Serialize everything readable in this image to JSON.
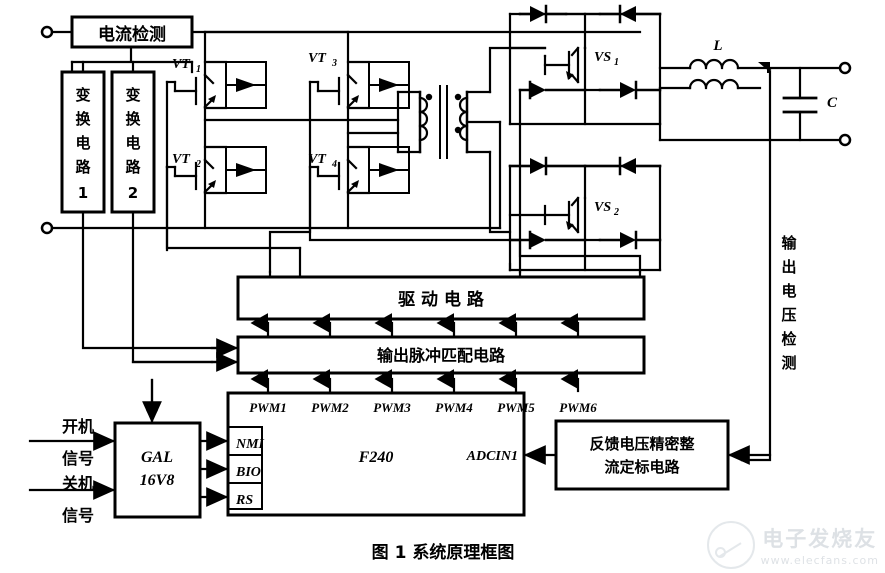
{
  "figure": {
    "caption": "图 1   系统原理框图"
  },
  "blocks": {
    "current_sense": "电流检测",
    "conv1_lines": [
      "变",
      "换",
      "电",
      "路",
      "1"
    ],
    "conv2_lines": [
      "变",
      "换",
      "电",
      "路",
      "2"
    ],
    "drive_circuit": "驱 动 电 路",
    "pulse_match": "输出脉冲匹配电路",
    "gal": {
      "line1": "GAL",
      "line2": "16V8"
    },
    "dsp": {
      "name": "F240"
    },
    "feedback": {
      "line1": "反馈电压精密整",
      "line2": "流定标电路"
    },
    "output_sense_chars": [
      "输",
      "出",
      "电",
      "压",
      "检",
      "测"
    ]
  },
  "signals": {
    "power_on": [
      "开机",
      "信号"
    ],
    "power_off": [
      "关机",
      "信号"
    ],
    "pwm": [
      "PWM1",
      "PWM2",
      "PWM3",
      "PWM4",
      "PWM5",
      "PWM6"
    ],
    "dsp_inputs": [
      "NMI",
      "BIO",
      "RS"
    ],
    "adc_input": "ADCIN1"
  },
  "components": {
    "igbt_bridge": [
      "VT",
      "VT",
      "VT",
      "VT"
    ],
    "igbt_bridge_subs": [
      "1",
      "2",
      "3",
      "4"
    ],
    "vs": [
      "VS",
      "VS"
    ],
    "vs_subs": [
      "1",
      "2"
    ],
    "inductor": "L",
    "capacitor": "C"
  },
  "watermark": {
    "text": "电子发烧友",
    "url": "www.elecfans.com"
  },
  "colors": {
    "ink": "#000000",
    "paper": "#ffffff"
  }
}
